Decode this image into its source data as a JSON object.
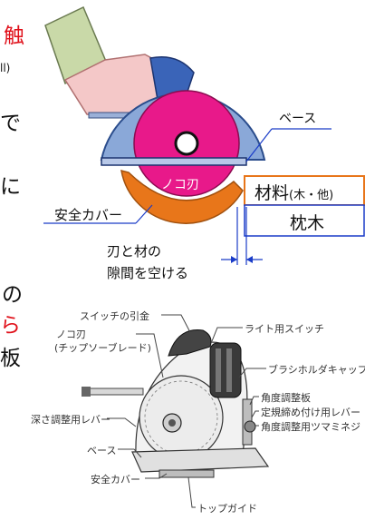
{
  "left_text": {
    "frag1": "触",
    "frag2": "ll)",
    "frag3": "で",
    "frag4": "に",
    "frag5": "の",
    "frag6": "ら",
    "frag7": "板"
  },
  "top_diagram": {
    "label_base": "ベース",
    "label_blade": "ノコ刃",
    "label_material": "材料",
    "label_material_sub": "(木・他)",
    "label_sleeper": "枕木",
    "label_safety_cover": "安全カバー",
    "label_gap_line1": "刃と材の",
    "label_gap_line2": "隙間を空ける"
  },
  "bottom_diagram": {
    "switch_trigger": "スイッチの引金",
    "light_switch": "ライト用スイッチ",
    "blade": "ノコ刃",
    "blade_sub": "(チップソーブレード)",
    "brush_cap": "ブラシホルダキャップ",
    "angle_plate": "角度調整板",
    "fixing_lever": "定規締め付け用レバー",
    "angle_knob": "角度調整用ツマミネジ",
    "depth_lever": "深さ調整用レバー",
    "base": "ベース",
    "safety_cover": "安全カバー",
    "top_guide": "トップガイド"
  },
  "colors": {
    "red": "#e0101a",
    "blue": "#1a3cc8",
    "orange": "#e8761a",
    "magenta": "#e8198a",
    "cover_blue": "#8aa8d8",
    "hand_pink": "#f4c8c8",
    "sleeve_green": "#c9d9a8"
  }
}
